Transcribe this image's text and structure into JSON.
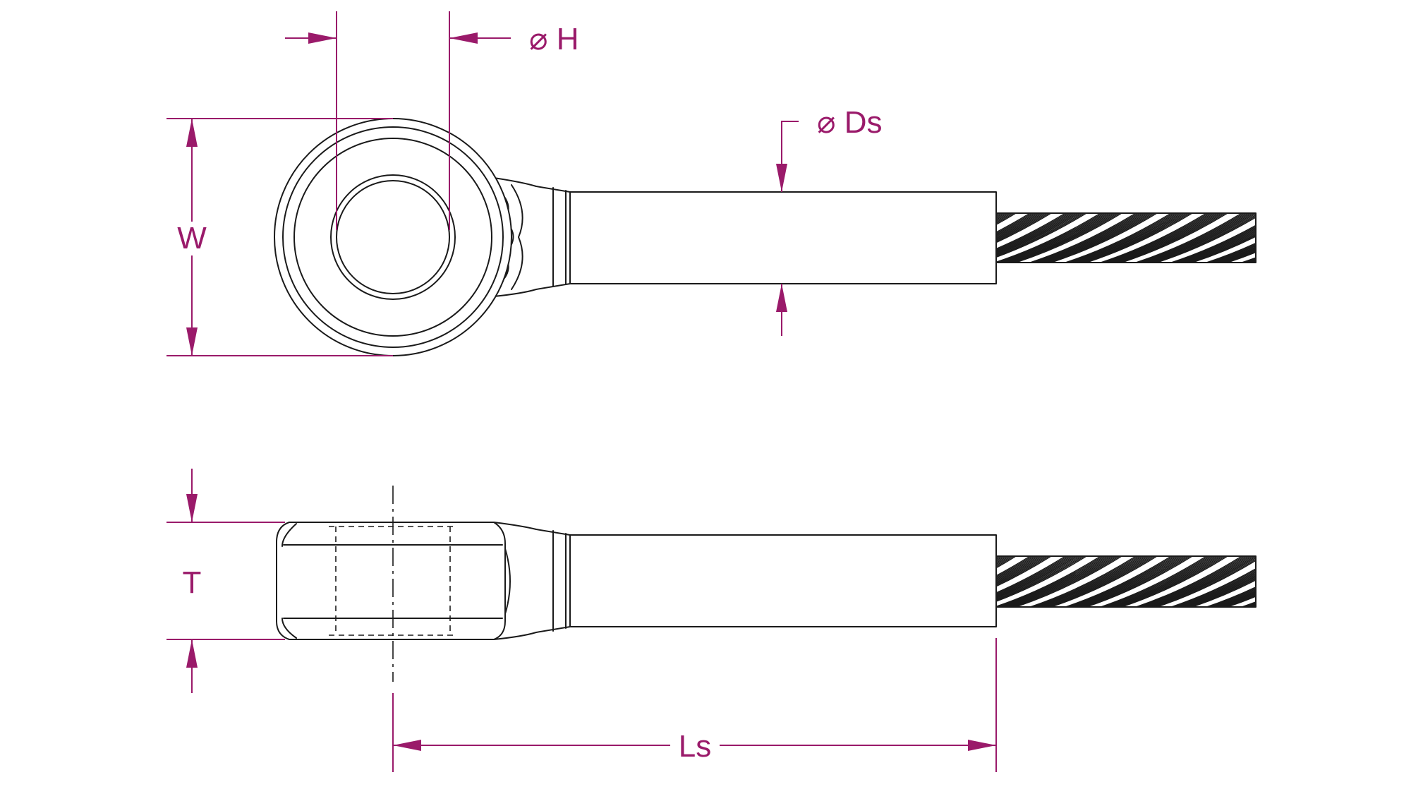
{
  "labels": {
    "hole_diameter": "H",
    "shank_diameter": "Ds",
    "width": "W",
    "thickness": "T",
    "shank_length": "Ls"
  },
  "diameter_symbol": "⌀",
  "colors": {
    "dimension": "#9a1a6a",
    "outline": "#1a1a1a",
    "background": "#ffffff"
  }
}
